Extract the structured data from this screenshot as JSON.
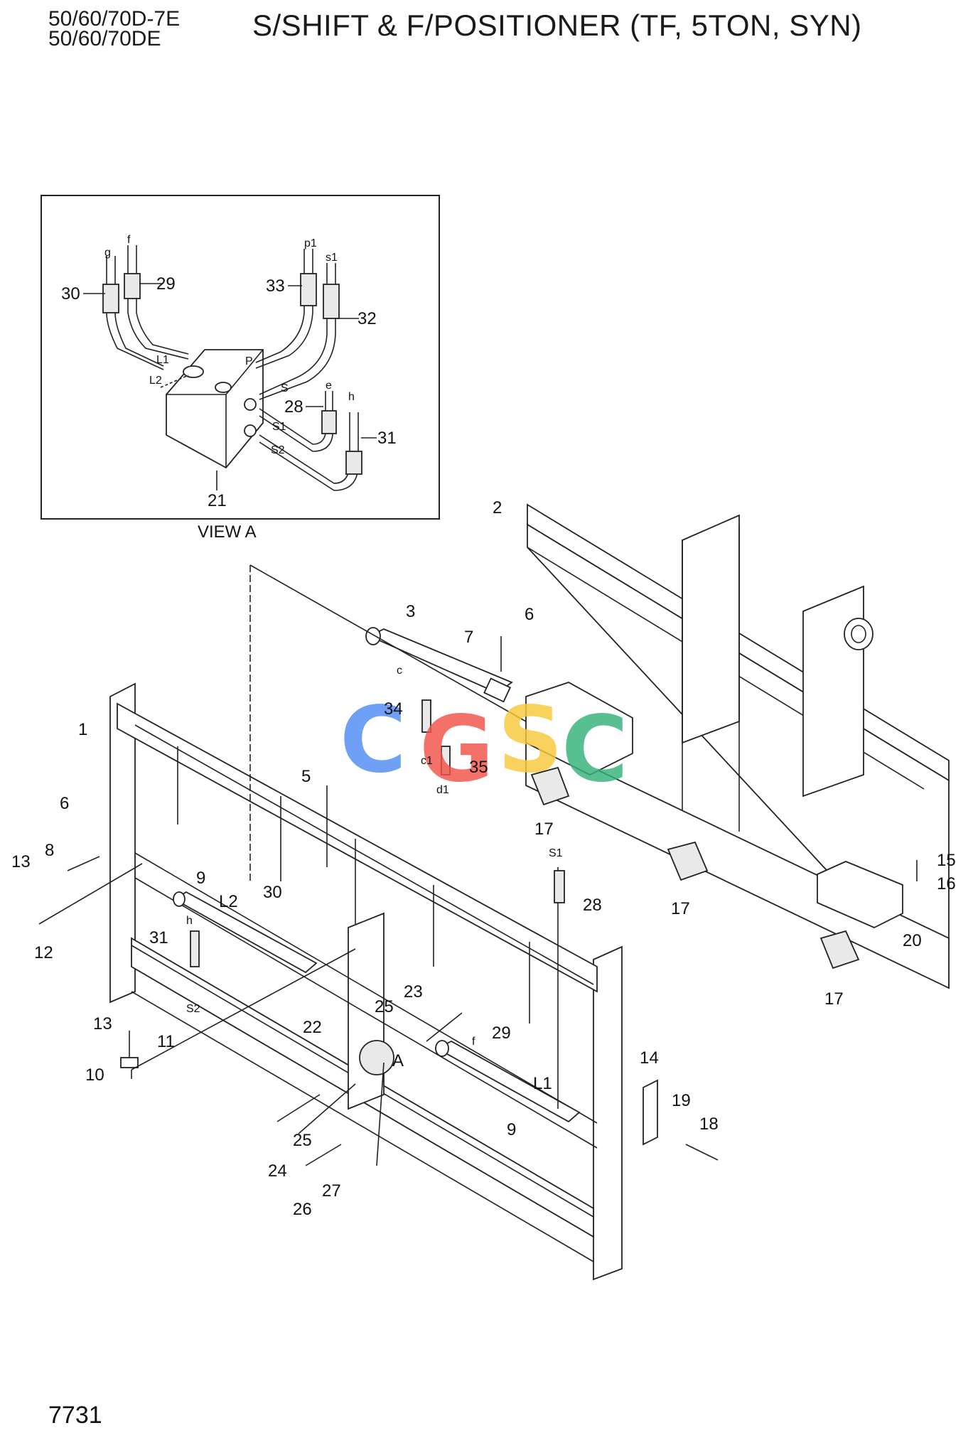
{
  "header": {
    "model_line_1": "50/60/70D-7E",
    "model_line_2": "50/60/70DE",
    "title": "S/SHIFT & F/POSITIONER (TF, 5TON, SYN)"
  },
  "page_number": "7731",
  "inset": {
    "caption": "VIEW A",
    "part_labels": [
      "30",
      "29",
      "33",
      "32",
      "28",
      "31",
      "21"
    ],
    "port_letters": [
      "g",
      "f",
      "p1",
      "s1",
      "e",
      "h",
      "L1",
      "L2",
      "P",
      "S",
      "S1",
      "S2"
    ]
  },
  "main": {
    "part_labels": [
      "1",
      "2",
      "3",
      "5",
      "6",
      "6",
      "7",
      "8",
      "9",
      "9",
      "10",
      "11",
      "12",
      "13",
      "13",
      "14",
      "15",
      "16",
      "17",
      "17",
      "17",
      "18",
      "19",
      "20",
      "22",
      "23",
      "24",
      "25",
      "25",
      "26",
      "27",
      "28",
      "29",
      "30",
      "31",
      "34",
      "35"
    ],
    "port_letters": [
      "c",
      "c1",
      "d1",
      "S1",
      "L2",
      "S2",
      "h",
      "L1",
      "f",
      "A"
    ]
  },
  "watermark": {
    "letters": [
      "C",
      "G",
      "S",
      "C"
    ],
    "colors": [
      "#4f8df5",
      "#f2524a",
      "#f8c93a",
      "#34b27a"
    ]
  }
}
